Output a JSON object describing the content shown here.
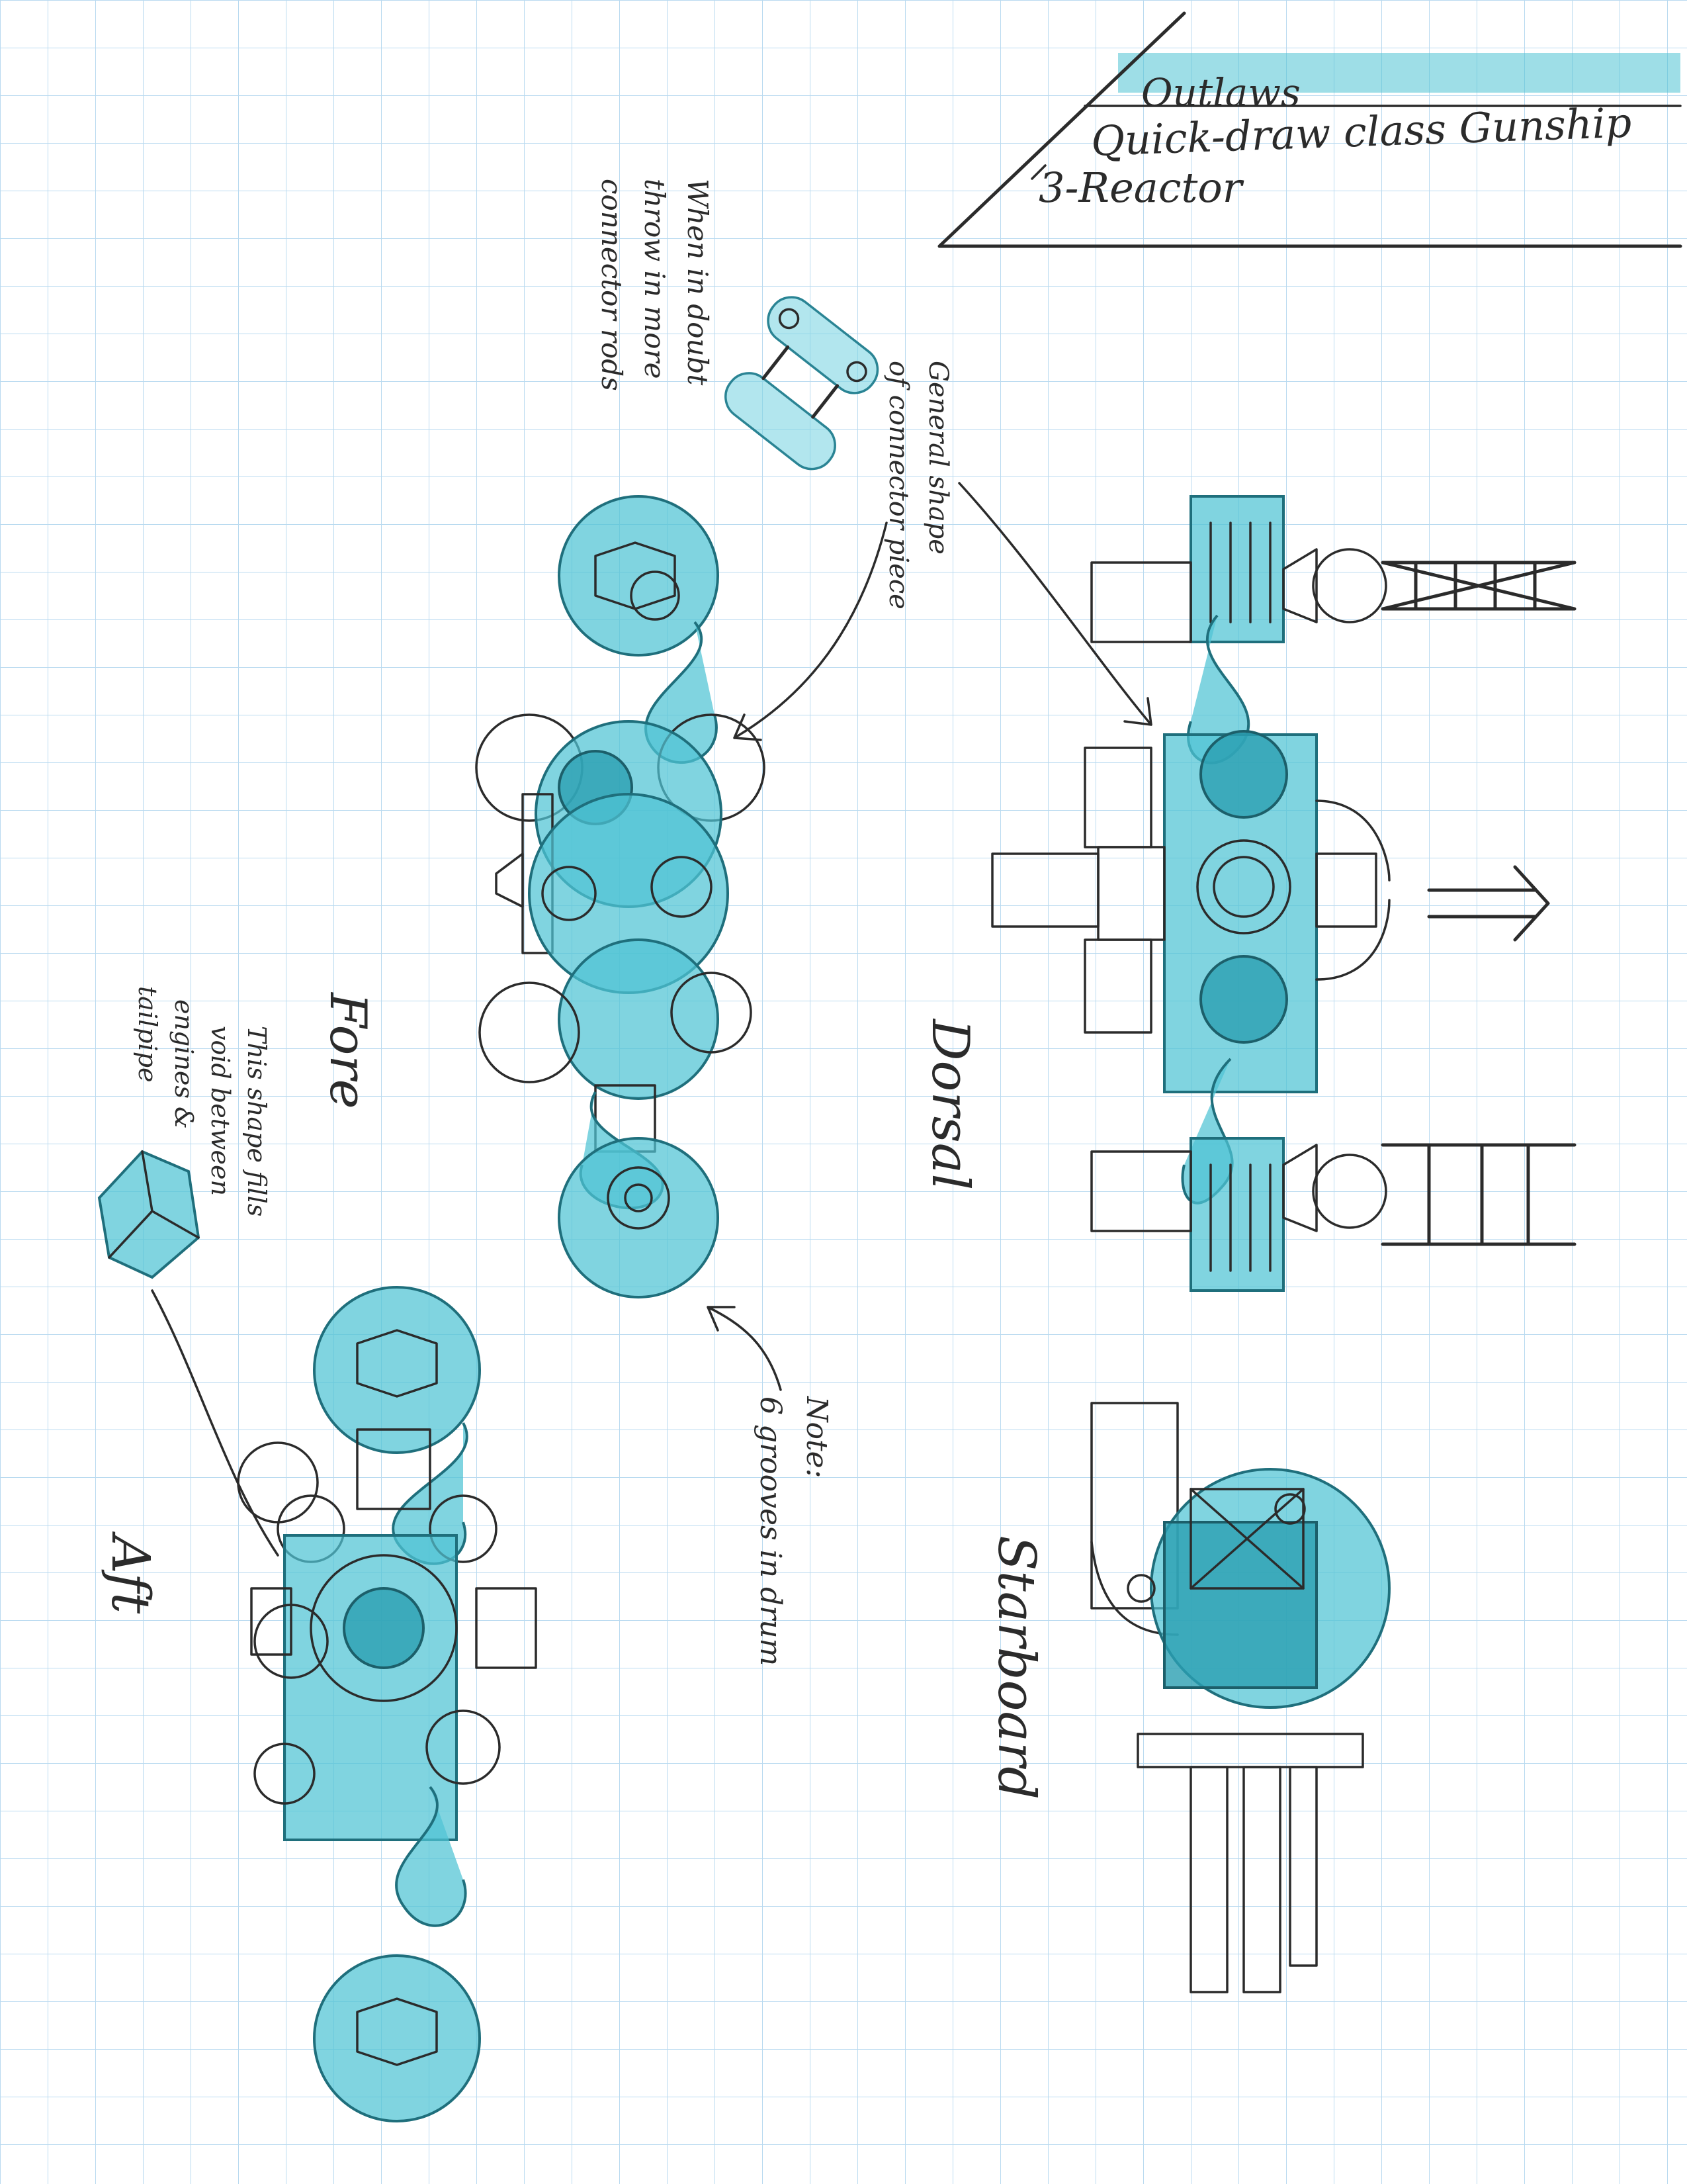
{
  "title_block": {
    "faction": "Outlaws",
    "ship_class": "Quick-draw class Gunship",
    "reactor": "3-Reactor"
  },
  "views": {
    "dorsal": "Dorsal",
    "starboard": "Starboard",
    "fore": "Fore",
    "aft": "Aft"
  },
  "notes": {
    "rods_line1": "When in doubt",
    "rods_line2": "throw in more",
    "rods_line3": "connector rods",
    "connector_line1": "General shape",
    "connector_line2": "of connector piece",
    "drum_line1": "Note:",
    "drum_line2": "6 grooves in drum",
    "void_line1": "This shape fills",
    "void_line2": "void between",
    "void_line3": "engines &",
    "void_line4": "tailpipe"
  },
  "colors": {
    "grid_line": "#9dc9e6",
    "marker": "#4fc3d4",
    "ink": "#2b2b2b"
  }
}
